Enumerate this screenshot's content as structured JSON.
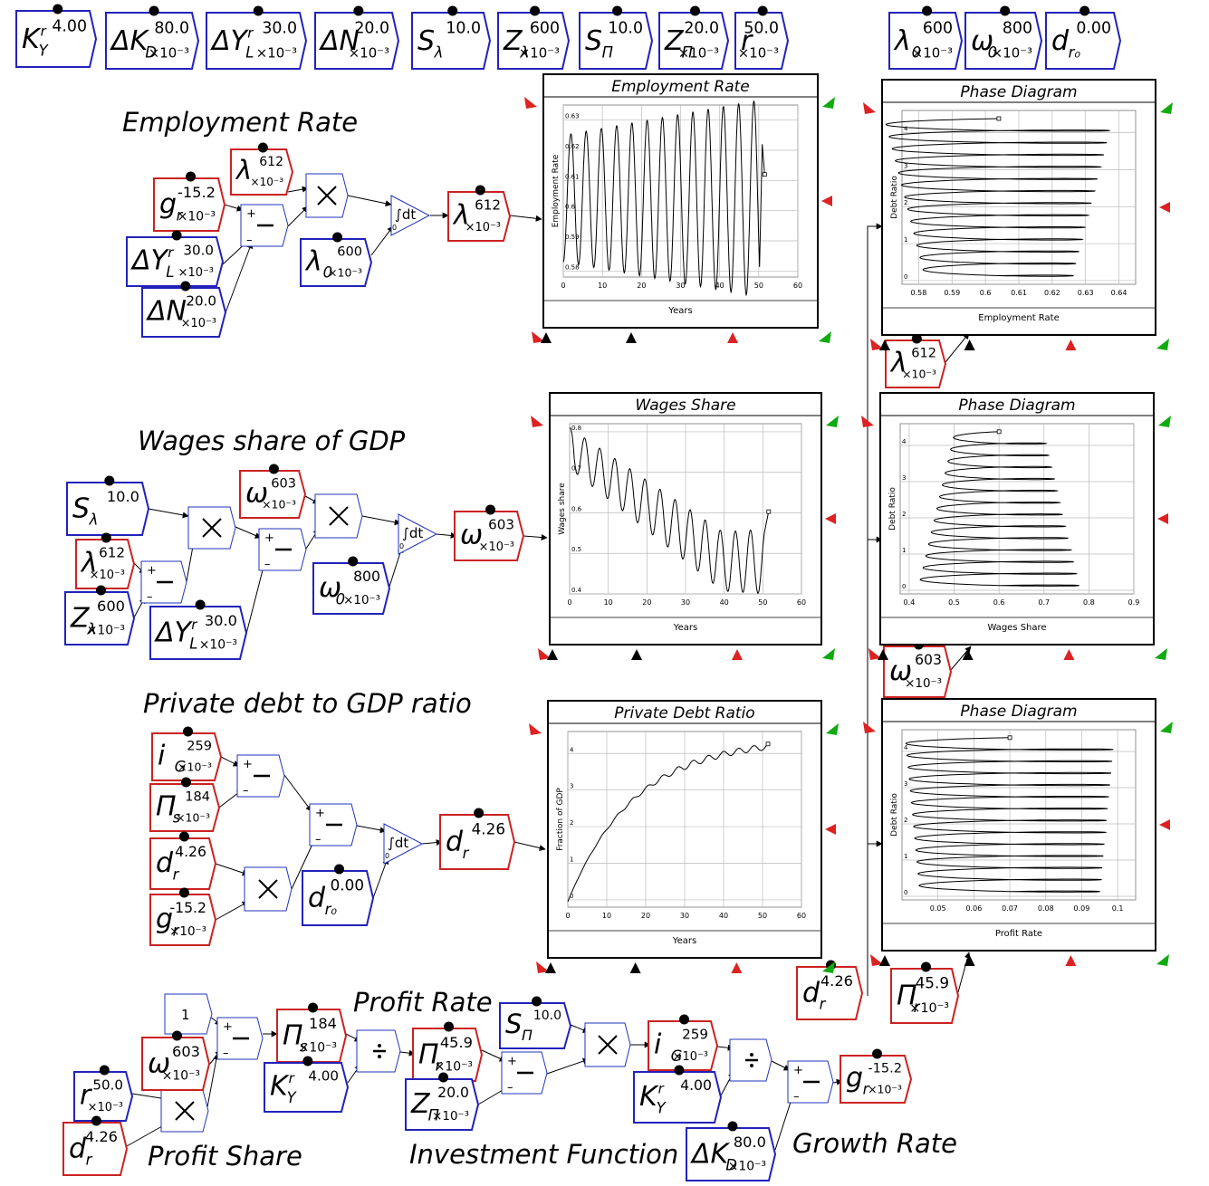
{
  "params": [
    {
      "id": "KY",
      "name": "K",
      "sub": "Y",
      "sup": "r",
      "value": "4.00",
      "scale": ""
    },
    {
      "id": "dKD",
      "name": "ΔK",
      "sub": "D",
      "value": "80.0",
      "scale": "×10⁻³"
    },
    {
      "id": "dYL",
      "name": "ΔY",
      "sub": "L",
      "sup": "r",
      "value": "30.0",
      "scale": "×10⁻³"
    },
    {
      "id": "dN",
      "name": "ΔN",
      "value": "20.0",
      "scale": "×10⁻³"
    },
    {
      "id": "Sl",
      "name": "S",
      "sub": "λ",
      "value": "10.0",
      "scale": ""
    },
    {
      "id": "Zl",
      "name": "Z",
      "sub": "λ",
      "value": "600",
      "scale": "×10⁻³"
    },
    {
      "id": "Spi",
      "name": "S",
      "sub": "Π",
      "value": "10.0",
      "scale": ""
    },
    {
      "id": "Zpi",
      "name": "Z",
      "sub": "Π",
      "value": "20.0",
      "scale": "×10⁻³"
    },
    {
      "id": "r",
      "name": "r",
      "value": "50.0",
      "scale": "×10⁻³"
    },
    {
      "id": "l0",
      "name": "λ",
      "sub": "0",
      "value": "600",
      "scale": "×10⁻³"
    },
    {
      "id": "w0",
      "name": "ω",
      "sub": "0",
      "value": "800",
      "scale": "×10⁻³"
    },
    {
      "id": "dr0",
      "name": "d",
      "sub": "r₀",
      "value": "0.00",
      "scale": ""
    }
  ],
  "section_titles": {
    "employment": "Employment Rate",
    "wages": "Wages share of GDP",
    "debt": "Private debt to GDP ratio",
    "profit_rate": "Profit Rate",
    "profit_share": "Profit Share",
    "investment": "Investment Function",
    "growth": "Growth Rate"
  },
  "blocks": {
    "integrator": "∫dt",
    "integrator_lower": "0",
    "const_one": "1"
  },
  "vars": {
    "lambda": {
      "name": "λ",
      "value": "612",
      "scale": "×10⁻³"
    },
    "omega": {
      "name": "ω",
      "value": "603",
      "scale": "×10⁻³"
    },
    "dr": {
      "name": "d",
      "sub": "r",
      "value": "4.26",
      "scale": ""
    },
    "gr": {
      "name": "g",
      "sub": "r",
      "value": "-15.2",
      "scale": "×10⁻³"
    },
    "iG": {
      "name": "i",
      "sub": "G",
      "value": "259",
      "scale": "×10⁻³"
    },
    "pis": {
      "name": "Π",
      "sub": "s",
      "value": "184",
      "scale": "×10⁻³"
    },
    "pir": {
      "name": "Π",
      "sub": "r",
      "value": "45.9",
      "scale": "×10⁻³"
    }
  },
  "chart_data": [
    {
      "id": "employment",
      "type": "line",
      "title": "Employment Rate",
      "xlabel": "Years",
      "ylabel": "Employment Rate",
      "xlim": [
        0,
        60
      ],
      "ylim": [
        0.578,
        0.635
      ],
      "xticks": [
        "0",
        "10",
        "20",
        "30",
        "40",
        "50",
        "60"
      ],
      "yticks": [
        {
          "v": 0.58,
          "l": "0.58"
        },
        {
          "v": 0.59,
          "l": "0.59"
        },
        {
          "v": 0.6,
          "l": "0.6"
        },
        {
          "v": 0.61,
          "l": "0.61"
        },
        {
          "v": 0.62,
          "l": "0.62"
        },
        {
          "v": 0.63,
          "l": "0.63"
        }
      ],
      "series": {
        "x_end": 51.5,
        "period": 3.9,
        "amp_start": 0.021,
        "amp_end": 0.033,
        "center": 0.604,
        "final": 0.612
      },
      "grid": true
    },
    {
      "id": "wages",
      "type": "line",
      "title": "Wages Share",
      "xlabel": "Years",
      "ylabel": "Wages share",
      "xlim": [
        0,
        60
      ],
      "ylim": [
        0.4,
        0.82
      ],
      "xticks": [
        "0",
        "10",
        "20",
        "30",
        "40",
        "50",
        "60"
      ],
      "yticks": [
        {
          "v": 0.4,
          "l": "0.4"
        },
        {
          "v": 0.5,
          "l": "0.5"
        },
        {
          "v": 0.6,
          "l": "0.6"
        },
        {
          "v": 0.7,
          "l": "0.7"
        },
        {
          "v": 0.8,
          "l": "0.8"
        }
      ],
      "series": {
        "x_end": 51.5,
        "start": 0.8,
        "trend_end": 0.52,
        "period": 3.9,
        "amp_start": 0.05,
        "amp_end": 0.08,
        "final": 0.603
      },
      "grid": true
    },
    {
      "id": "debt",
      "type": "line",
      "title": "Private Debt Ratio",
      "xlabel": "Years",
      "ylabel": "Fraction of GDP",
      "xlim": [
        0,
        60
      ],
      "ylim": [
        -0.2,
        4.6
      ],
      "xticks": [
        "0",
        "10",
        "20",
        "30",
        "40",
        "50",
        "60"
      ],
      "yticks": [
        {
          "v": 0,
          "l": "0"
        },
        {
          "v": 1,
          "l": "1"
        },
        {
          "v": 2,
          "l": "2"
        },
        {
          "v": 3,
          "l": "3"
        },
        {
          "v": 4,
          "l": "4"
        }
      ],
      "series": {
        "x_end": 51.5,
        "final": 4.26
      },
      "grid": true
    },
    {
      "id": "phase_employment",
      "type": "line",
      "title": "Phase Diagram",
      "xlabel": "Employment Rate",
      "ylabel": "Debt Ratio",
      "xlim": [
        0.575,
        0.645
      ],
      "ylim": [
        -0.1,
        4.6
      ],
      "xticks": [
        {
          "v": 0.58,
          "l": "0.58"
        },
        {
          "v": 0.59,
          "l": "0.59"
        },
        {
          "v": 0.6,
          "l": "0.6"
        },
        {
          "v": 0.61,
          "l": "0.61"
        },
        {
          "v": 0.62,
          "l": "0.62"
        },
        {
          "v": 0.63,
          "l": "0.63"
        },
        {
          "v": 0.64,
          "l": "0.64"
        }
      ],
      "yticks": [
        {
          "v": 0,
          "l": "0"
        },
        {
          "v": 1,
          "l": "1"
        },
        {
          "v": 2,
          "l": "2"
        },
        {
          "v": 3,
          "l": "3"
        },
        {
          "v": 4,
          "l": "4"
        }
      ],
      "grid": true
    },
    {
      "id": "phase_wages",
      "type": "line",
      "title": "Phase Diagram",
      "xlabel": "Wages Share",
      "ylabel": "Debt Ratio",
      "xlim": [
        0.38,
        0.9
      ],
      "ylim": [
        -0.1,
        4.6
      ],
      "xticks": [
        {
          "v": 0.4,
          "l": "0.4"
        },
        {
          "v": 0.5,
          "l": "0.5"
        },
        {
          "v": 0.6,
          "l": "0.6"
        },
        {
          "v": 0.7,
          "l": "0.7"
        },
        {
          "v": 0.8,
          "l": "0.8"
        },
        {
          "v": 0.9,
          "l": "0.9"
        }
      ],
      "yticks": [
        {
          "v": 0,
          "l": "0"
        },
        {
          "v": 1,
          "l": "1"
        },
        {
          "v": 2,
          "l": "2"
        },
        {
          "v": 3,
          "l": "3"
        },
        {
          "v": 4,
          "l": "4"
        }
      ],
      "grid": true
    },
    {
      "id": "phase_profit",
      "type": "line",
      "title": "Phase Diagram",
      "xlabel": "Profit Rate",
      "ylabel": "Debt Ratio",
      "xlim": [
        0.04,
        0.105
      ],
      "ylim": [
        -0.1,
        4.6
      ],
      "xticks": [
        {
          "v": 0.05,
          "l": "0.05"
        },
        {
          "v": 0.06,
          "l": "0.06"
        },
        {
          "v": 0.07,
          "l": "0.07"
        },
        {
          "v": 0.08,
          "l": "0.08"
        },
        {
          "v": 0.09,
          "l": "0.09"
        },
        {
          "v": 0.1,
          "l": "0.1"
        }
      ],
      "yticks": [
        {
          "v": 0,
          "l": "0"
        },
        {
          "v": 1,
          "l": "1"
        },
        {
          "v": 2,
          "l": "2"
        },
        {
          "v": 3,
          "l": "3"
        },
        {
          "v": 4,
          "l": "4"
        }
      ],
      "grid": true
    }
  ]
}
